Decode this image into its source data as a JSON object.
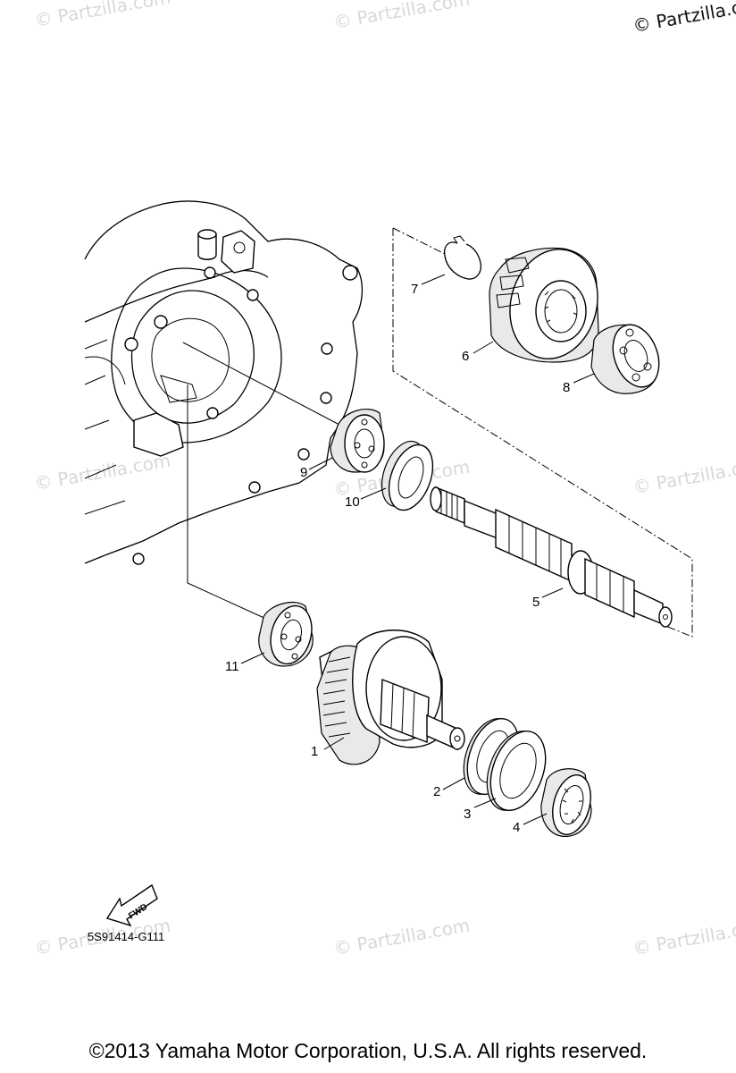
{
  "watermarks": {
    "corner": "© Partzilla.com",
    "tile": "© Partzilla.com"
  },
  "callouts": [
    {
      "id": "1",
      "label": "1"
    },
    {
      "id": "2",
      "label": "2"
    },
    {
      "id": "3",
      "label": "3"
    },
    {
      "id": "4",
      "label": "4"
    },
    {
      "id": "5",
      "label": "5"
    },
    {
      "id": "6",
      "label": "6"
    },
    {
      "id": "7",
      "label": "7"
    },
    {
      "id": "8",
      "label": "8"
    },
    {
      "id": "9",
      "label": "9"
    },
    {
      "id": "10",
      "label": "10"
    },
    {
      "id": "11",
      "label": "11"
    }
  ],
  "fwd_label": "FWD",
  "diagram_code": "5S91414-G111",
  "copyright": "©2013 Yamaha Motor Corporation, U.S.A. All rights reserved."
}
